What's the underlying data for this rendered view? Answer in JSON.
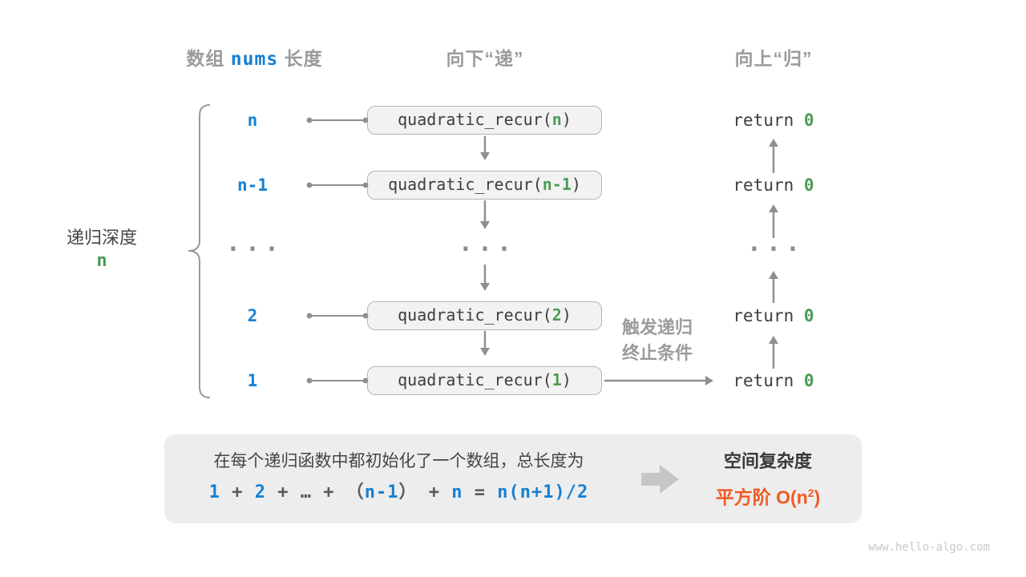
{
  "colors": {
    "blue": "#1780d2",
    "green": "#4a9c52",
    "orange": "#f05a24",
    "label_gray": "#9b9b9b",
    "arrow_gray": "#8f8f8f",
    "code_dark": "#3d3d3d",
    "text_dark": "#454545",
    "box_bg": "#f2f2f2",
    "box_border": "#b4b4b4",
    "summary_bg": "#ededed",
    "block_arrow": "#c6c6c6",
    "watermark_gray": "#c9c9c9"
  },
  "headers": {
    "array_pre": "数组",
    "array_code": "nums",
    "array_post": "长度",
    "downward": "向下“递”",
    "upward": "向上“归”"
  },
  "depth_brace": {
    "label": "递归深度",
    "value": "n"
  },
  "call_stack": {
    "rows": [
      {
        "depth": "n",
        "call_pre": "quadratic_recur(",
        "arg": "n",
        "call_post": ")",
        "return_kw": "return ",
        "return_val": "0"
      },
      {
        "depth": "n-1",
        "call_pre": "quadratic_recur(",
        "arg": "n-1",
        "call_post": ")",
        "return_kw": "return ",
        "return_val": "0"
      },
      {
        "ellipsis": "···"
      },
      {
        "depth": "2",
        "call_pre": "quadratic_recur(",
        "arg": "2",
        "call_post": ")",
        "return_kw": "return ",
        "return_val": "0"
      },
      {
        "depth": "1",
        "call_pre": "quadratic_recur(",
        "arg": "1",
        "call_post": ")",
        "return_kw": "return ",
        "return_val": "0"
      }
    ]
  },
  "trigger_note": {
    "line1": "触发递归",
    "line2": "终止条件"
  },
  "summary": {
    "description": "在每个递归函数中都初始化了一个数组，总长度为",
    "formula": [
      {
        "t": "1"
      },
      {
        "t": "+"
      },
      {
        "t": "2"
      },
      {
        "t": "+"
      },
      {
        "t": "…"
      },
      {
        "t": "+"
      },
      {
        "t": "（"
      },
      {
        "t": "n-1"
      },
      {
        "t": "）"
      },
      {
        "t": "+"
      },
      {
        "t": "n"
      },
      {
        "t": "="
      },
      {
        "t": "n(n+1)/2"
      }
    ],
    "complexity_title": "空间复杂度",
    "complexity_pre": "平方阶 O(n",
    "complexity_sup": "2",
    "complexity_post": ")"
  },
  "watermark": "www.hello-algo.com"
}
